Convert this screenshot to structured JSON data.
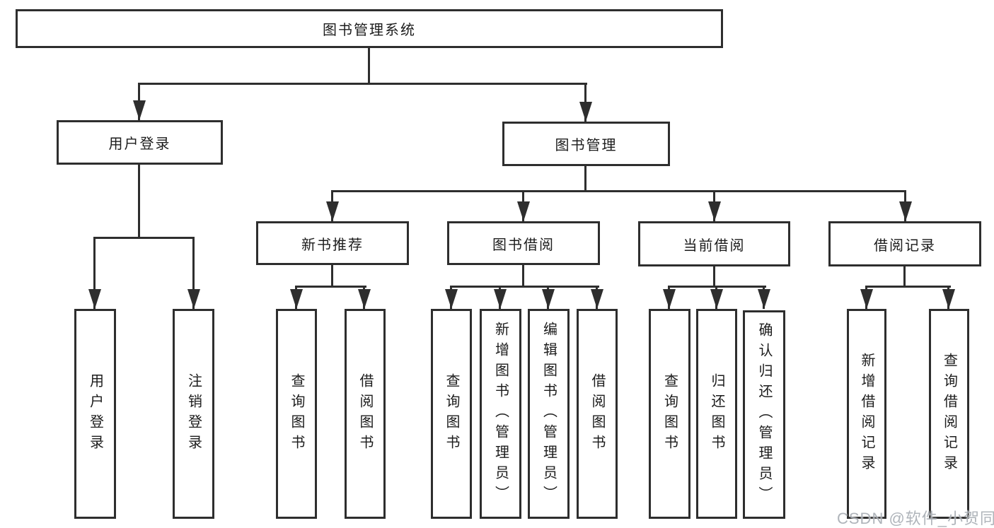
{
  "tree": {
    "label": "图书管理系统",
    "children": [
      {
        "label": "用户登录",
        "children": [
          {
            "label": "用户登录"
          },
          {
            "label": "注销登录"
          }
        ]
      },
      {
        "label": "图书管理",
        "children": [
          {
            "label": "新书推荐",
            "children": [
              {
                "label": "查询图书"
              },
              {
                "label": "借阅图书"
              }
            ]
          },
          {
            "label": "图书借阅",
            "children": [
              {
                "label": "查询图书"
              },
              {
                "label": "新增图书（管理员）"
              },
              {
                "label": "编辑图书（管理员）"
              },
              {
                "label": "借阅图书"
              }
            ]
          },
          {
            "label": "当前借阅",
            "children": [
              {
                "label": "查询图书"
              },
              {
                "label": "归还图书"
              },
              {
                "label": "确认归还（管理员）"
              }
            ]
          },
          {
            "label": "借阅记录",
            "children": [
              {
                "label": "新增借阅记录"
              },
              {
                "label": "查询借阅记录"
              }
            ]
          }
        ]
      }
    ]
  },
  "watermark": {
    "text": "CSDN @软件_小贺同学"
  },
  "colors": {
    "line": "#2e2e2e",
    "text": "#1c1c1c",
    "background": "#ffffff",
    "watermark": "#a9aeb5"
  }
}
